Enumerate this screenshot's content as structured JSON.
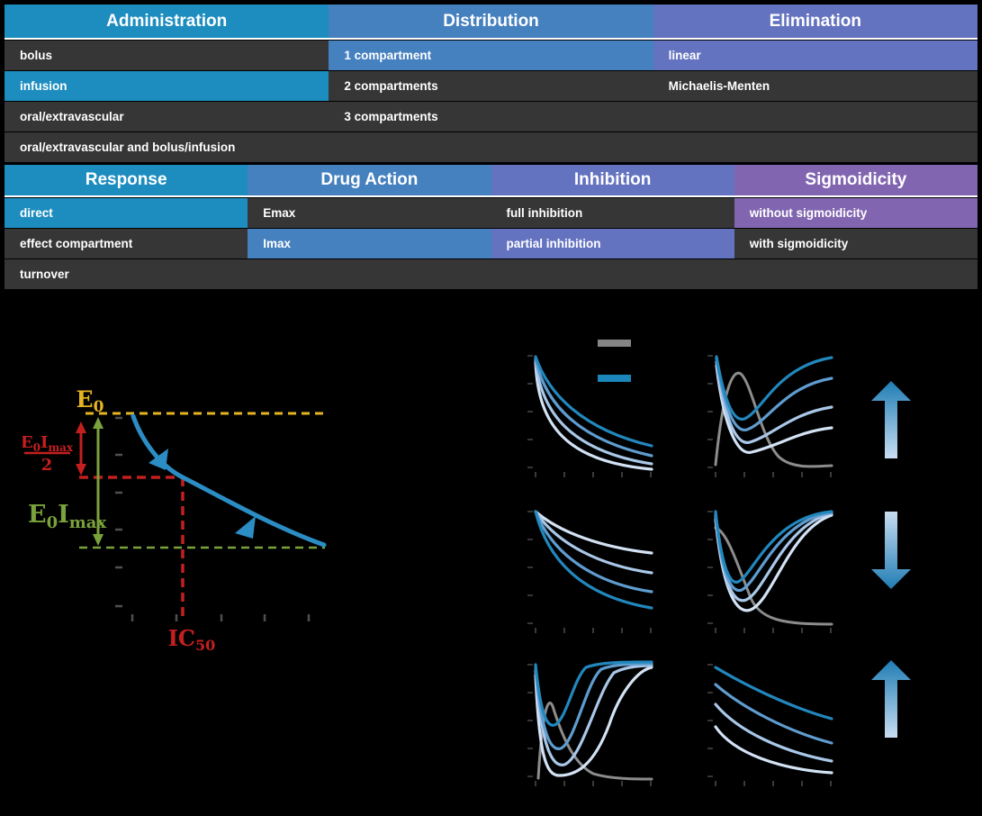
{
  "background": "#000000",
  "colors": {
    "accent_cyan": "#1d8dbf",
    "accent_blue": "#4580bf",
    "accent_slate": "#6473c0",
    "accent_purple": "#8165b0",
    "row_dark": "#363636",
    "header_separator": "#ffffff",
    "curve_dark_blue": "#2287bd",
    "curve_mid_blue": "#5f9ccf",
    "curve_light_blue": "#a9c7e8",
    "curve_lightest_blue": "#d3e2f4",
    "curve_gray": "#8c8c8c",
    "annotation_yellow": "#e6b422",
    "annotation_red": "#c41f1f",
    "annotation_green": "#7aa23c"
  },
  "tables": [
    {
      "id": "pk",
      "row_count": 4,
      "columns": [
        {
          "label": "Administration",
          "color": "#1d8dbf",
          "items": [
            {
              "label": "bolus",
              "selected": false
            },
            {
              "label": "infusion",
              "selected": true
            },
            {
              "label": "oral/extravascular",
              "selected": false
            },
            {
              "label": "oral/extravascular and bolus/infusion",
              "selected": false
            }
          ]
        },
        {
          "label": "Distribution",
          "color": "#4580bf",
          "items": [
            {
              "label": "1 compartment",
              "selected": true
            },
            {
              "label": "2 compartments",
              "selected": false
            },
            {
              "label": "3 compartments",
              "selected": false
            }
          ]
        },
        {
          "label": "Elimination",
          "color": "#6473c0",
          "items": [
            {
              "label": "linear",
              "selected": true
            },
            {
              "label": "Michaelis-Menten",
              "selected": false
            }
          ]
        }
      ]
    },
    {
      "id": "pd",
      "row_count": 3,
      "columns": [
        {
          "label": "Response",
          "color": "#1d8dbf",
          "items": [
            {
              "label": "direct",
              "selected": true
            },
            {
              "label": "effect compartment",
              "selected": false
            },
            {
              "label": "turnover",
              "selected": false
            }
          ]
        },
        {
          "label": "Drug Action",
          "color": "#4580bf",
          "items": [
            {
              "label": "Emax",
              "selected": false
            },
            {
              "label": "Imax",
              "selected": true
            }
          ]
        },
        {
          "label": "Inhibition",
          "color": "#6473c0",
          "items": [
            {
              "label": "full inhibition",
              "selected": false
            },
            {
              "label": "partial inhibition",
              "selected": true
            }
          ]
        },
        {
          "label": "Sigmoidicity",
          "color": "#8165b0",
          "items": [
            {
              "label": "without sigmoidicity",
              "selected": true
            },
            {
              "label": "with sigmoidicity",
              "selected": false
            }
          ]
        }
      ]
    }
  ],
  "imax_plot": {
    "labels": {
      "E": "E",
      "zero": "0",
      "I": "I",
      "max": "max",
      "two": "2",
      "IC": "IC",
      "fifty": "50"
    }
  },
  "chart_data": [
    {
      "id": "imax-concentration-effect",
      "type": "line",
      "title": "",
      "xlabel": "",
      "ylabel": "",
      "annotations": [
        "E0",
        "E0 Imax / 2",
        "E0 Imax",
        "IC50"
      ],
      "description": "Imax direct-response curve: effect decreases from baseline E0 toward E0(1-Imax); half-maximal inhibition reached at concentration IC50. Dashed yellow line = E0 baseline, dashed green line = E0(1-Imax) floor, dashed red lines mark IC50 / E0-Imax/2 level. Blue curve with arrowheads.",
      "series": [
        {
          "name": "effect vs concentration",
          "color": "#2b8dc4",
          "shape": "hyperbolic decreasing"
        }
      ]
    },
    {
      "id": "legend",
      "type": "line",
      "entries": [
        {
          "swatch_color": "#858585",
          "label": ""
        },
        {
          "swatch_color": "#1b86b9",
          "label": ""
        }
      ]
    },
    {
      "id": "small-multiples",
      "type": "line",
      "description": "Six unlabeled PK/PD illustration panels (3 rows x 2 columns) with families of curves shaded light-to-dark blue plus a gray concentration reference curve in some panels.",
      "panels": [
        {
          "pos": "row1-left",
          "shape": "four decreasing convex curves fanning from top-left, darkest on top",
          "gray_curve": false
        },
        {
          "pos": "row1-right",
          "shape": "four curves dip then recover to different plateaus (darkest highest); gray peak-and-decline curve",
          "gray_curve": true
        },
        {
          "pos": "row2-left",
          "shape": "four decreasing curves from a common start, lightest on top",
          "gray_curve": false
        },
        {
          "pos": "row2-right",
          "shape": "four curves dip then converge to one common upper plateau; gray sigmoid decline",
          "gray_curve": true
        },
        {
          "pos": "row3-left",
          "shape": "four U-shaped curves dipping and returning to upper plateau at staggered times; gray peak-and-decline curve",
          "gray_curve": true
        },
        {
          "pos": "row3-right",
          "shape": "four decreasing convex curves starting at staggered heights, darkest on top",
          "gray_curve": false
        }
      ],
      "trend_arrows": [
        {
          "row": 1,
          "direction": "up"
        },
        {
          "row": 2,
          "direction": "down"
        },
        {
          "row": 3,
          "direction": "up"
        }
      ]
    }
  ]
}
